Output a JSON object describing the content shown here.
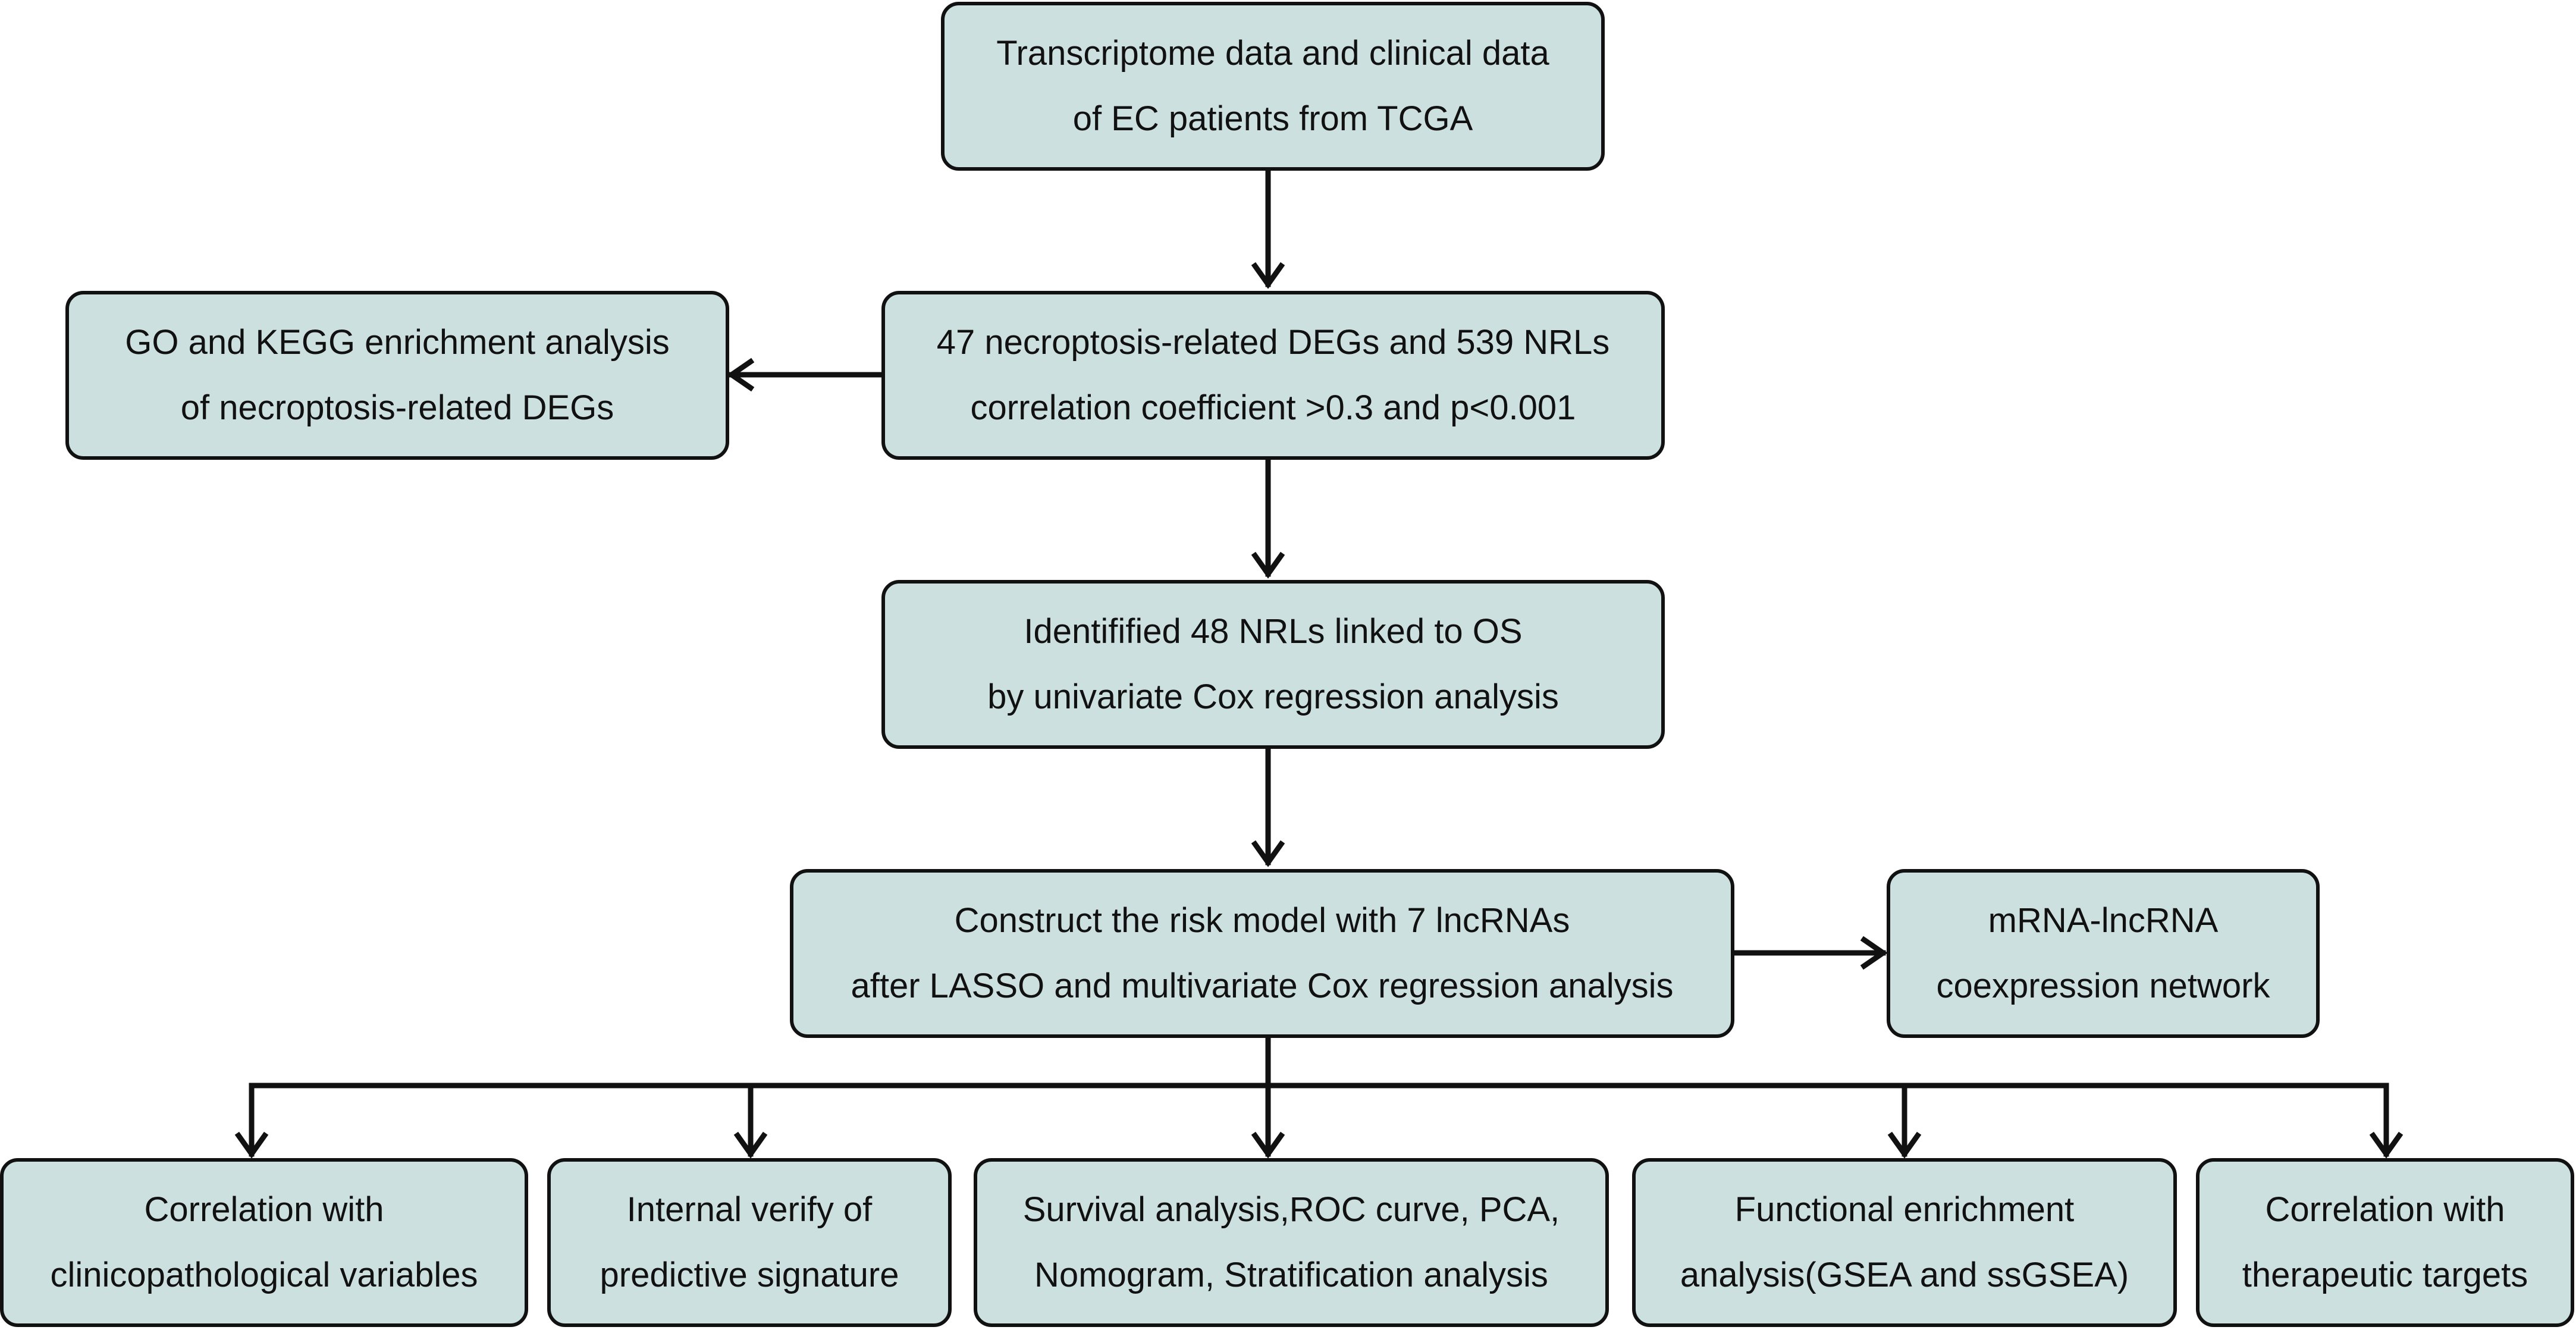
{
  "colors": {
    "box_fill": "#cde0e0",
    "box_border": "#111111",
    "arrow": "#111111",
    "text": "#111111"
  },
  "nodes": {
    "tcga": {
      "line1": "Transcriptome data and clinical data",
      "line2": "of EC patients from TCGA"
    },
    "degs": {
      "line1": "47 necroptosis-related DEGs and 539 NRLs",
      "line2": "correlation coefficient >0.3 and p<0.001"
    },
    "enrichment": {
      "line1": "GO and KEGG enrichment analysis",
      "line2": "of necroptosis-related DEGs"
    },
    "cox": {
      "line1": "Identifified 48 NRLs linked to OS",
      "line2": "by univariate Cox regression analysis"
    },
    "risk_model": {
      "line1": "Construct the risk model with 7 lncRNAs",
      "line2": "after LASSO and multivariate Cox regression analysis"
    },
    "network": {
      "line1": "mRNA-lncRNA",
      "line2": "coexpression network"
    },
    "clinico": {
      "line1": "Correlation with",
      "line2": "clinicopathological variables"
    },
    "verify": {
      "line1": "Internal verify of",
      "line2": "predictive signature"
    },
    "survival": {
      "line1": "Survival analysis,ROC curve, PCA,",
      "line2": "Nomogram, Stratification analysis"
    },
    "functional": {
      "line1": "Functional enrichment",
      "line2": "analysis(GSEA and ssGSEA)"
    },
    "therapeutic": {
      "line1": "Correlation with",
      "line2": "therapeutic targets"
    }
  }
}
